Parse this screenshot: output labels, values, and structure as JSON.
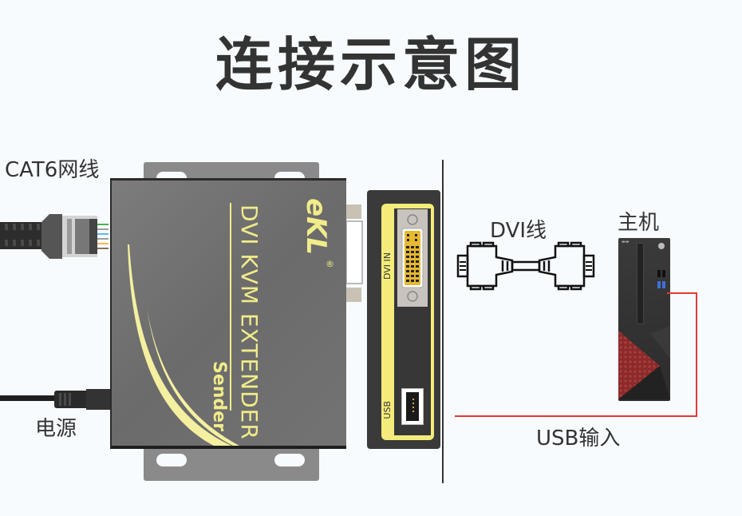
{
  "title": "连接示意图",
  "labels": {
    "cat6_cable": "CAT6网线",
    "power": "电源",
    "dvi_cable": "DVI线",
    "host": "主机",
    "usb_input": "USB输入"
  },
  "device": {
    "brand": "eKL",
    "registered_mark": "®",
    "product_name": "DVI KVM EXTENDER",
    "model": "Sender",
    "ports": {
      "dvi": "DVI IN",
      "usb": "USB"
    }
  },
  "colors": {
    "accent_yellow": "#f1ec8a",
    "connection_line": "#e53935",
    "device_body": "#727272",
    "title_text": "#333333"
  }
}
